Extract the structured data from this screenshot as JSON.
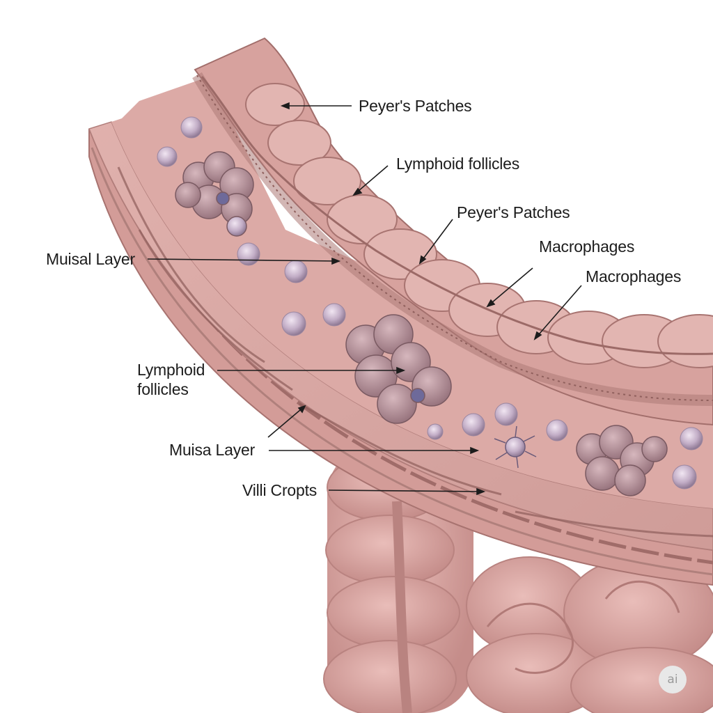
{
  "colors": {
    "tissue": "#d9a8a5",
    "tissue_dark": "#b57f7d",
    "tissue_light": "#ecc6c2",
    "follicle": "#a9868f",
    "cell": "#c7b4c8",
    "label": "#1c1c1c"
  },
  "labels": {
    "peyers_top": "Peyer's Patches",
    "lymphoid_top": "Lymphoid follicles",
    "peyers_mid": "Peyer's Patches",
    "macrophages_1": "Macrophages",
    "macrophages_2": "Macrophages",
    "muisal_layer": "Muisal Layer",
    "lymphoid_left": "Lymphoid follicles",
    "muisa_layer": "Muisa Layer",
    "villi_cropts": "Villi Cropts"
  },
  "watermark": "ai"
}
